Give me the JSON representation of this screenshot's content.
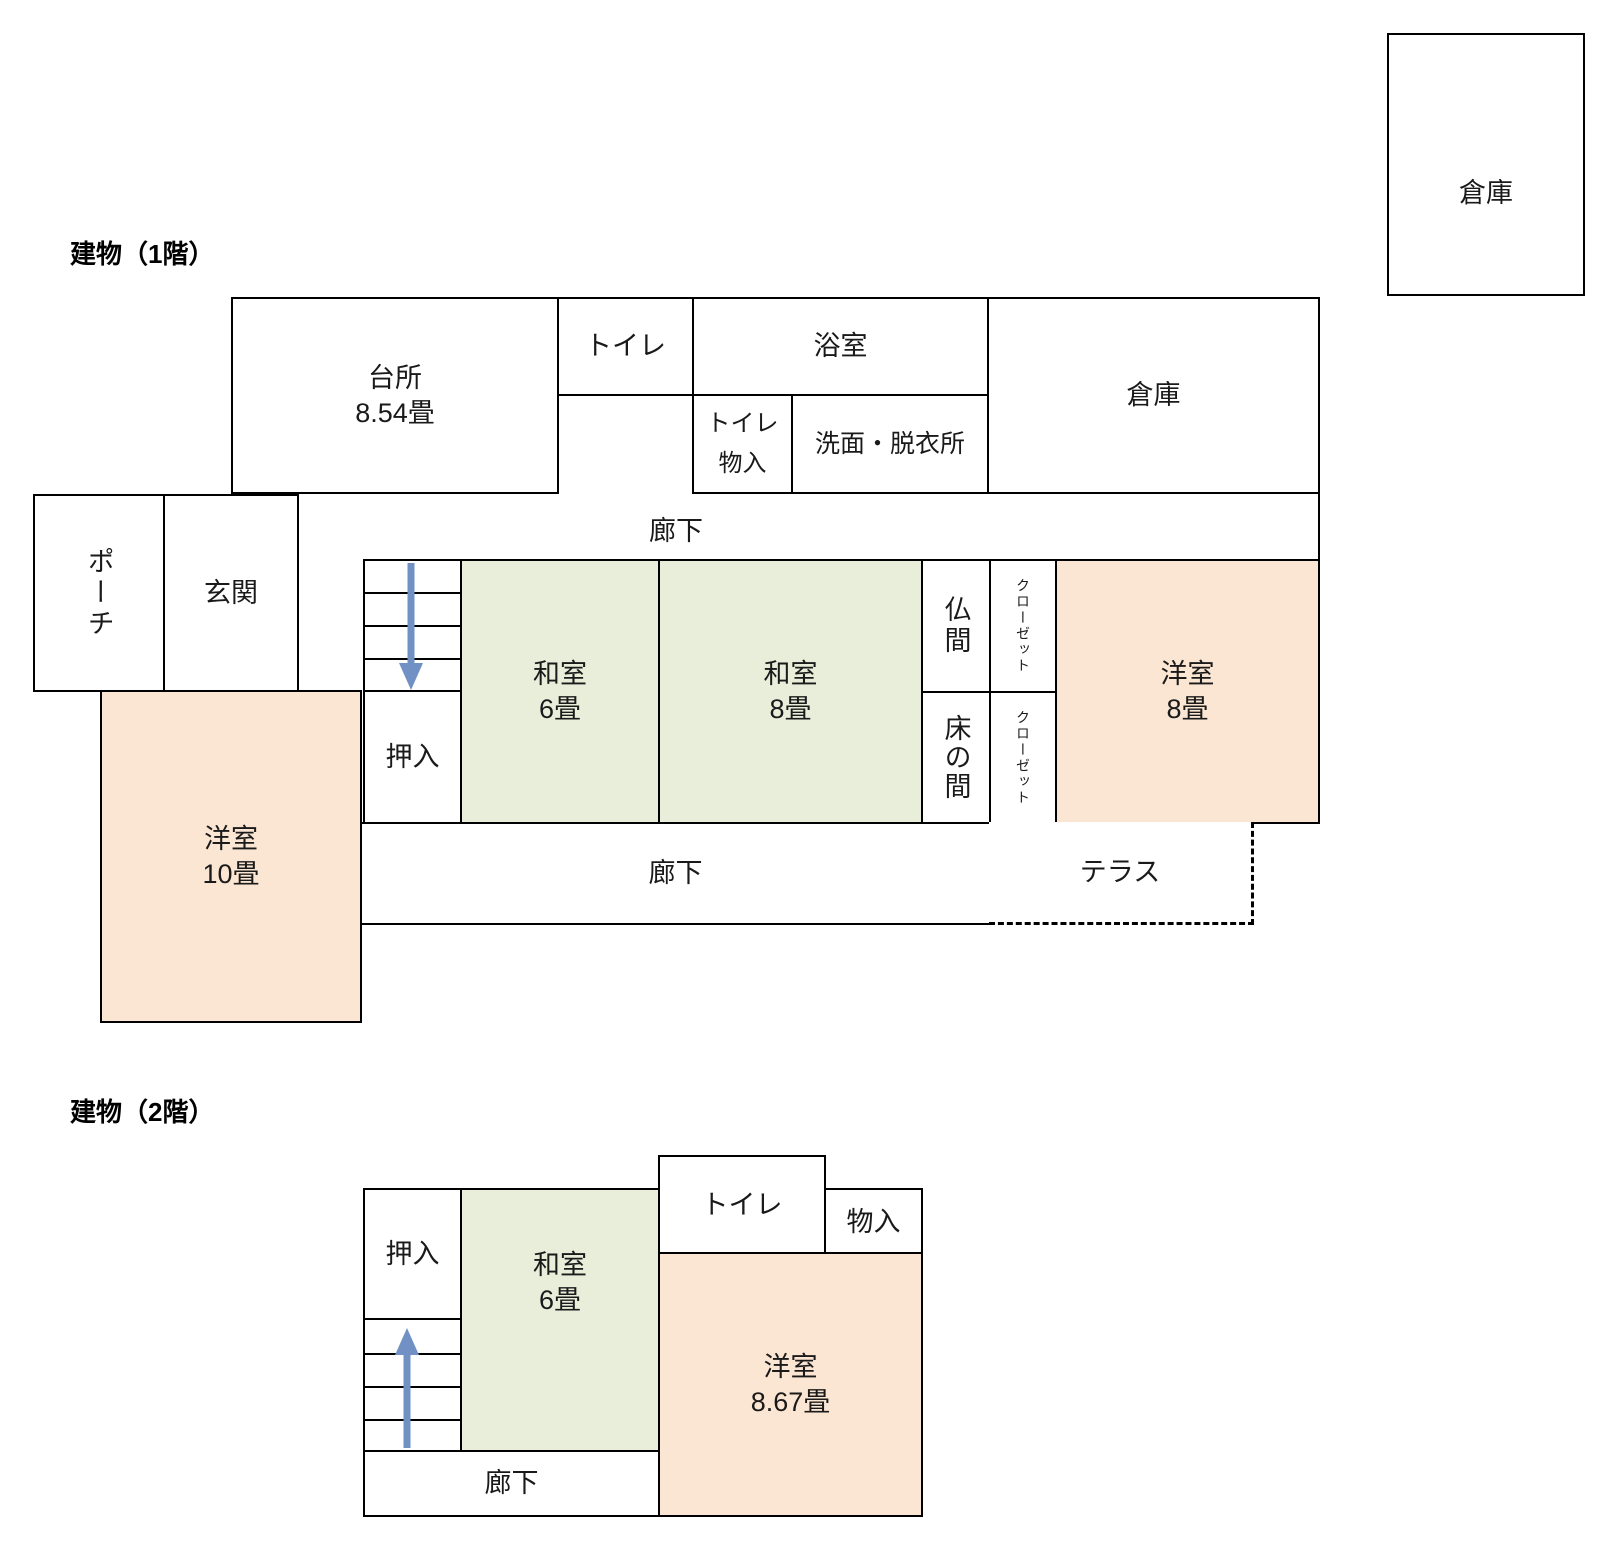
{
  "colors": {
    "wall": "#000000",
    "tatami_green": "#e9eedb",
    "western_peach": "#fbe5d3",
    "stair_arrow_blue": "#7191c4",
    "page_background": "#ffffff"
  },
  "sections": {
    "floor1_title": "建物（1階）",
    "floor2_title": "建物（2階）"
  },
  "detached_storage": {
    "label": "倉庫"
  },
  "floor1": {
    "kitchen": {
      "name": "台所",
      "size": "8.54畳"
    },
    "toilet": {
      "label": "トイレ"
    },
    "bathroom": {
      "label": "浴室"
    },
    "toilet_storage": {
      "line1": "トイレ",
      "line2": "物入"
    },
    "washroom": {
      "label": "洗面・脱衣所"
    },
    "storage": {
      "label": "倉庫"
    },
    "hallway_upper": {
      "label": "廊下"
    },
    "porch": {
      "label": "ポーチ"
    },
    "entrance": {
      "label": "玄関"
    },
    "oshiire": {
      "label": "押入"
    },
    "japanese_room_6": {
      "name": "和室",
      "size": "6畳"
    },
    "japanese_room_8": {
      "name": "和室",
      "size": "8畳"
    },
    "butsuma": {
      "label": "仏間"
    },
    "tokonoma": {
      "label": "床の間"
    },
    "closet_upper": {
      "label": "クローゼット"
    },
    "closet_lower": {
      "label": "クローゼット"
    },
    "western_room_8": {
      "name": "洋室",
      "size": "8畳"
    },
    "western_room_10": {
      "name": "洋室",
      "size": "10畳"
    },
    "hallway_lower": {
      "label": "廊下"
    },
    "terrace": {
      "label": "テラス"
    }
  },
  "floor2": {
    "oshiire": {
      "label": "押入"
    },
    "japanese_room_6": {
      "name": "和室",
      "size": "6畳"
    },
    "toilet": {
      "label": "トイレ"
    },
    "storage": {
      "label": "物入"
    },
    "western_room": {
      "name": "洋室",
      "size": "8.67畳"
    },
    "hallway": {
      "label": "廊下"
    }
  },
  "icons": {
    "floor1_stairs": "down-arrow",
    "floor2_stairs": "up-arrow"
  }
}
